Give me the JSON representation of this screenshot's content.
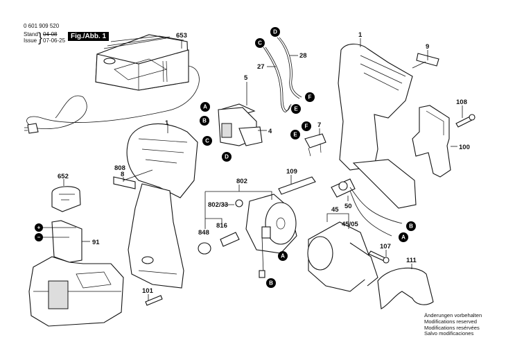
{
  "header": {
    "part_number": "0 601 909 520",
    "stand_label": "Stand",
    "issue_label": "Issue",
    "stand_value": "04-08",
    "issue_value": "07-06-25",
    "figure_label": "Fig./Abb. 1"
  },
  "notes": [
    "Änderungen vorbehalten",
    "Modifications reserved",
    "Modifications resérvées",
    "Salvo modificaciones"
  ],
  "parts": {
    "charger": "653",
    "switch_cover": "5",
    "switch": "4",
    "wire_27": "27",
    "wire_28": "28",
    "housing_left": "1",
    "housing_right": "1",
    "nameplate": "9",
    "clip_screw": "108",
    "belt_clip": "100",
    "reverse_switch": "7",
    "bit": "109",
    "led": "50",
    "label_808": "808",
    "label_8": "8",
    "battery_cap": "652",
    "battery": "91",
    "motor_assy": "802",
    "motor_ring": "802/33",
    "brush": "816",
    "brush_cap": "848",
    "gear_assy": "45",
    "gear_sub": "45/05",
    "screw_107": "107",
    "cover_111": "111",
    "screw_101": "101"
  },
  "markers": {
    "A": "A",
    "B": "B",
    "C": "C",
    "D": "D",
    "E": "E",
    "F": "F",
    "plus": "+",
    "minus": "−"
  }
}
